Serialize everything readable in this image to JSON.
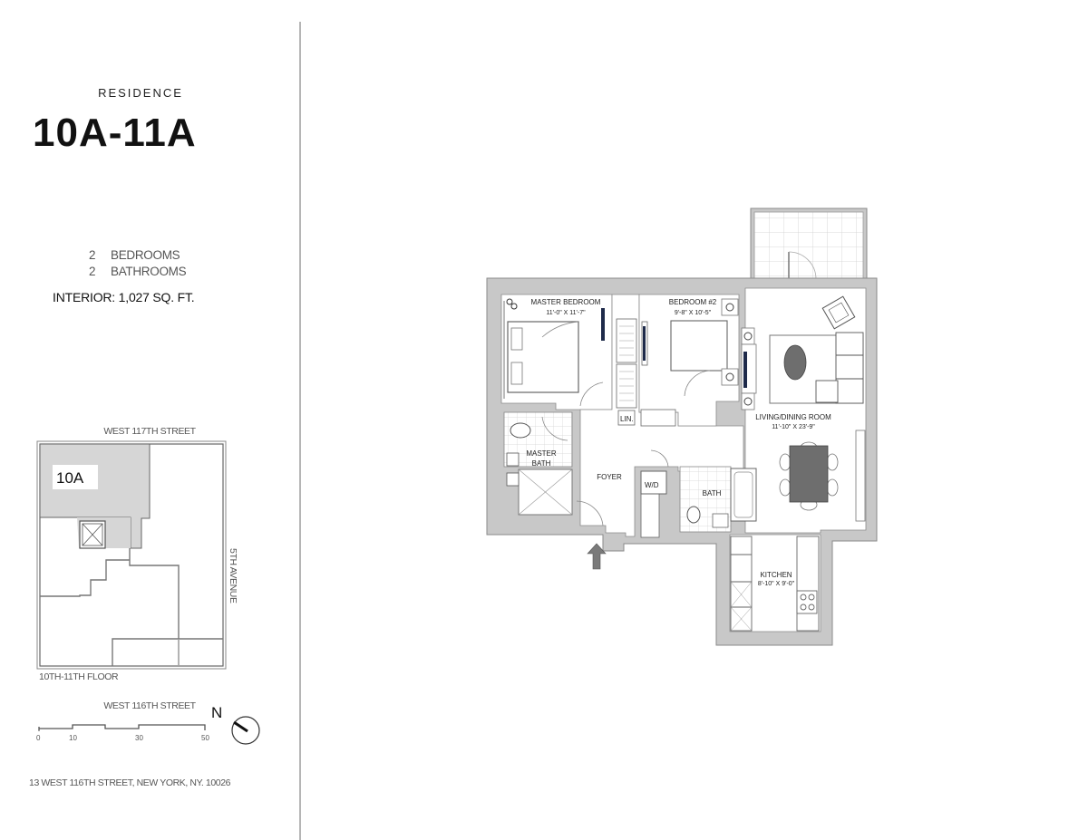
{
  "header": {
    "residence_label": "RESIDENCE",
    "residence_number": "10A-11A"
  },
  "specs": {
    "bedrooms_count": "2",
    "bedrooms_label": "BEDROOMS",
    "bathrooms_count": "2",
    "bathrooms_label": "BATHROOMS",
    "interior": "INTERIOR:  1,027 SQ. FT."
  },
  "keyplan": {
    "street_top": "WEST 117TH STREET",
    "street_bottom": "WEST 116TH STREET",
    "avenue": "5TH AVENUE",
    "unit_label": "10A",
    "floor_label": "10TH-11TH FLOOR"
  },
  "scale": {
    "ticks": [
      "0",
      "10",
      "30",
      "50"
    ]
  },
  "compass": {
    "label": "N"
  },
  "address": "13 WEST 116TH STREET, NEW YORK,  NY. 10026",
  "floorplan": {
    "rooms": [
      {
        "name": "MASTER BEDROOM",
        "dims": "11'-0\" X 11'-7\""
      },
      {
        "name": "BEDROOM #2",
        "dims": "9'-8\" X 10'-5\""
      },
      {
        "name": "LIVING/DINING ROOM",
        "dims": "11'-10\" X 23'-9\""
      },
      {
        "name": "KITCHEN",
        "dims": "8'-10\" X 9'-0\""
      },
      {
        "name": "MASTER",
        "dims": "BATH"
      },
      {
        "name": "FOYER",
        "dims": ""
      },
      {
        "name": "BATH",
        "dims": ""
      },
      {
        "name": "W/D",
        "dims": ""
      },
      {
        "name": "LIN.",
        "dims": ""
      }
    ]
  },
  "colors": {
    "wall": "#c8c8c8",
    "wall_stroke": "#8a8a8a",
    "accent_tv": "#1e2a4a",
    "table": "#6e6e6e"
  }
}
